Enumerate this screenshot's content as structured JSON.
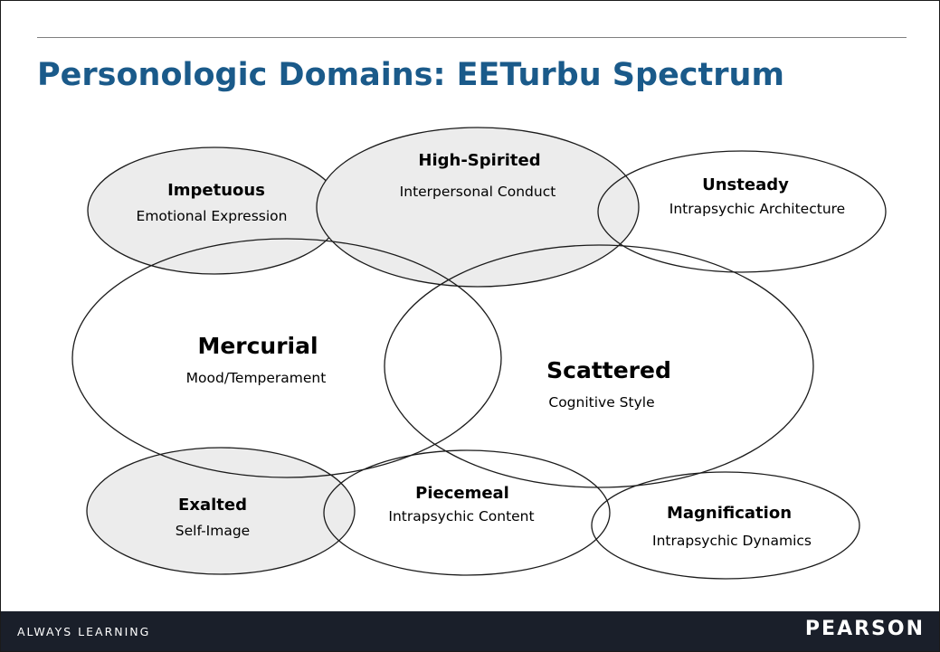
{
  "slide": {
    "title": "Personologic Domains: EETurbu Spectrum"
  },
  "colors": {
    "title": "#1a5a8a",
    "shaded_fill": "#ececec",
    "footer_bg": "#1a1f2a"
  },
  "domains": {
    "impetuous": {
      "name": "Impetuous",
      "domain": "Emotional Expression"
    },
    "high_spirited": {
      "name": "High-Spirited",
      "domain": "Interpersonal Conduct"
    },
    "unsteady": {
      "name": "Unsteady",
      "domain": "Intrapsychic Architecture"
    },
    "mercurial": {
      "name": "Mercurial",
      "domain": "Mood/Temperament"
    },
    "scattered": {
      "name": "Scattered",
      "domain": "Cognitive Style"
    },
    "exalted": {
      "name": "Exalted",
      "domain": "Self-Image"
    },
    "piecemeal": {
      "name": "Piecemeal",
      "domain": "Intrapsychic Content"
    },
    "magnification": {
      "name": "Magnification",
      "domain": "Intrapsychic Dynamics"
    }
  },
  "footer": {
    "tagline": "ALWAYS LEARNING",
    "brand": "PEARSON"
  }
}
